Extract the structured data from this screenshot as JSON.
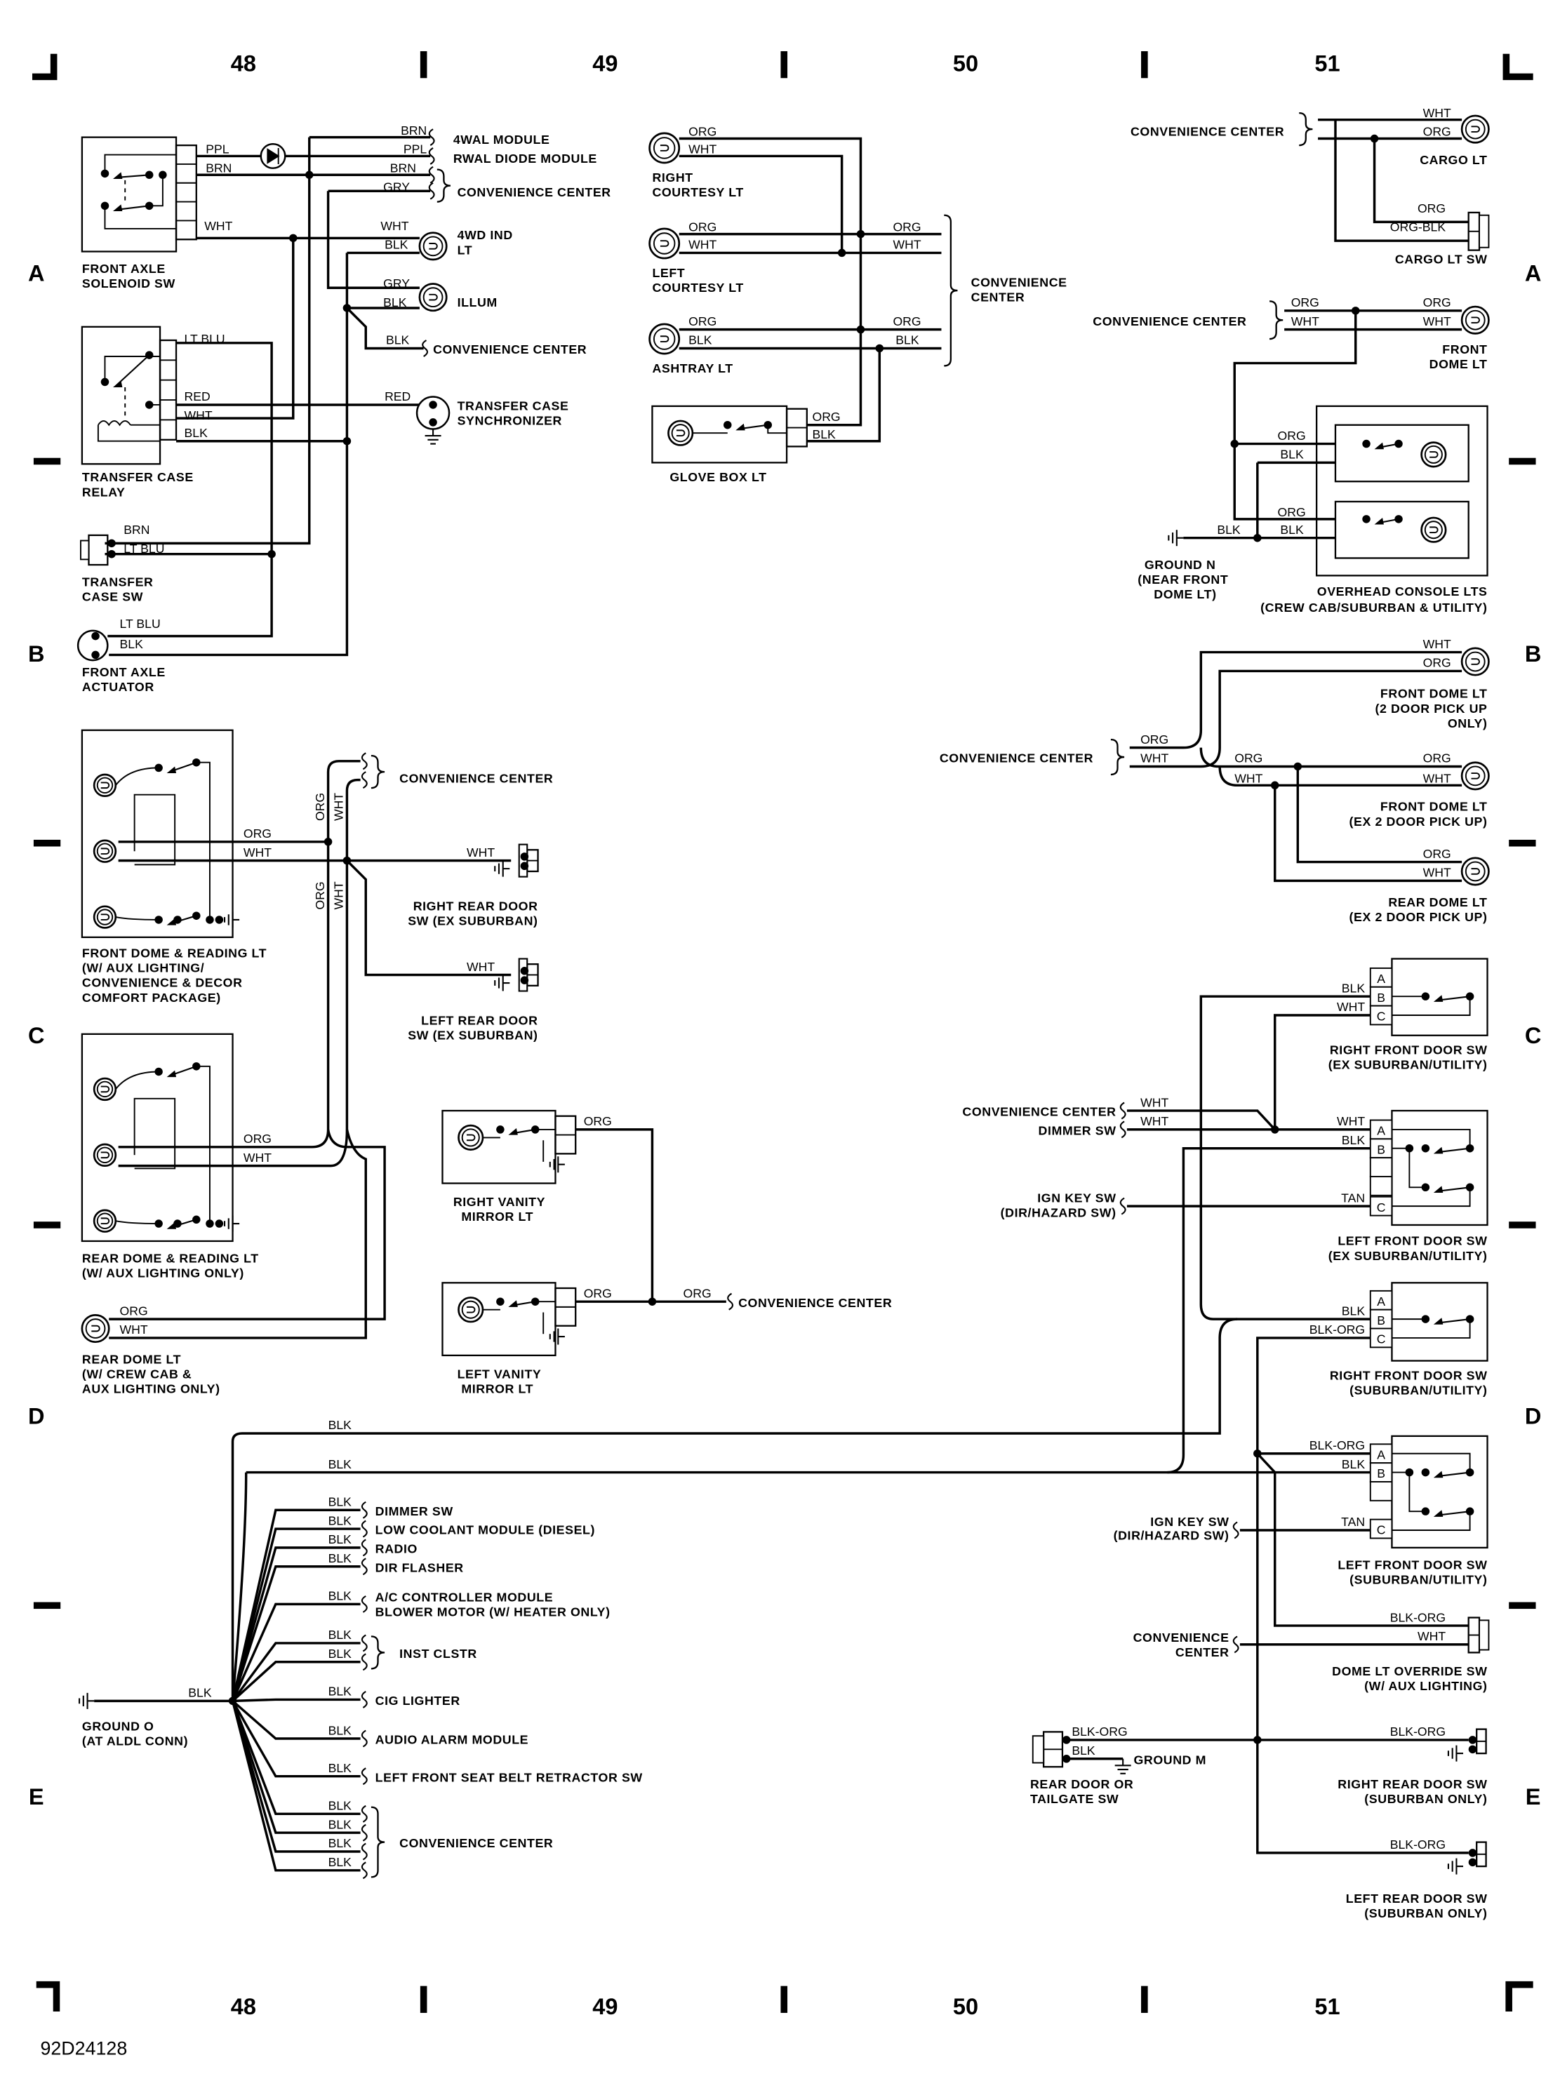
{
  "sheet": {
    "columns": [
      "48",
      "49",
      "50",
      "51"
    ],
    "rows": [
      "A",
      "B",
      "C",
      "D",
      "E"
    ],
    "diagram_id": "92D24128",
    "line_color": "#000000",
    "background": "#ffffff"
  },
  "pins": [
    "A",
    "B",
    "C"
  ],
  "four_wd": {
    "components": [
      "4WAL MODULE",
      "RWAL DIODE MODULE",
      "CONVENIENCE CENTER",
      "4WD IND",
      "LT",
      "ILLUM",
      "CONVENIENCE CENTER",
      "TRANSFER CASE",
      "SYNCHRONIZER",
      "FRONT AXLE",
      "SOLENOID SW",
      "TRANSFER CASE",
      "RELAY",
      "TRANSFER",
      "CASE SW",
      "FRONT AXLE",
      "ACTUATOR"
    ],
    "wires": [
      "PPL",
      "BRN",
      "WHT",
      "BRN",
      "PPL",
      "BRN",
      "GRY",
      "WHT",
      "BLK",
      "GRY",
      "BLK",
      "BLK",
      "RED",
      "LT BLU",
      "RED",
      "WHT",
      "BLK",
      "BRN",
      "LT BLU",
      "LT BLU",
      "BLK"
    ]
  },
  "courtesy": {
    "components": [
      "RIGHT",
      "COURTESY LT",
      "LEFT",
      "COURTESY LT",
      "ASHTRAY LT",
      "CONVENIENCE",
      "CENTER",
      "GLOVE BOX LT"
    ],
    "wires": [
      "ORG",
      "WHT",
      "ORG",
      "WHT",
      "ORG",
      "BLK",
      "ORG",
      "WHT",
      "ORG",
      "BLK",
      "ORG",
      "BLK"
    ]
  },
  "cargo_dome": {
    "components": [
      "CONVENIENCE CENTER",
      "CARGO LT",
      "CARGO LT SW",
      "CONVENIENCE CENTER",
      "FRONT",
      "DOME LT",
      "GROUND N",
      "(NEAR FRONT",
      "DOME LT)",
      "OVERHEAD CONSOLE LTS",
      "(CREW CAB/SUBURBAN & UTILITY)"
    ],
    "wires": [
      "WHT",
      "ORG",
      "ORG",
      "ORG-BLK",
      "ORG",
      "WHT",
      "ORG",
      "WHT",
      "ORG",
      "BLK",
      "ORG",
      "BLK",
      "BLK"
    ]
  },
  "dome_b": {
    "components": [
      "CONVENIENCE CENTER",
      "FRONT DOME LT",
      "(2 DOOR PICK UP",
      "ONLY)",
      "FRONT DOME LT",
      "(EX 2 DOOR PICK UP)",
      "REAR DOME LT",
      "(EX 2 DOOR PICK UP)"
    ],
    "wires": [
      "WHT",
      "ORG",
      "ORG",
      "WHT",
      "ORG",
      "WHT",
      "ORG",
      "WHT",
      "ORG",
      "WHT"
    ]
  },
  "dome_reading": {
    "components": [
      "CONVENIENCE CENTER",
      "RIGHT REAR DOOR",
      "SW (EX SUBURBAN)",
      "LEFT REAR DOOR",
      "SW (EX SUBURBAN)",
      "FRONT DOME & READING LT",
      "(W/ AUX LIGHTING/",
      "CONVENIENCE & DECOR",
      "COMFORT PACKAGE)",
      "REAR DOME & READING LT",
      "(W/ AUX LIGHTING ONLY)",
      "REAR DOME LT",
      "(W/ CREW CAB &",
      "AUX LIGHTING ONLY)"
    ],
    "wires": [
      "ORG",
      "WHT",
      "ORG",
      "WHT",
      "ORG",
      "WHT",
      "WHT",
      "WHT",
      "ORG",
      "WHT",
      "ORG",
      "WHT"
    ]
  },
  "vanity": {
    "components": [
      "RIGHT VANITY",
      "MIRROR LT",
      "LEFT VANITY",
      "MIRROR LT",
      "CONVENIENCE CENTER"
    ],
    "wires": [
      "ORG",
      "ORG",
      "ORG"
    ]
  },
  "door_switches": {
    "components": [
      "RIGHT FRONT DOOR SW",
      "(EX SUBURBAN/UTILITY)",
      "CONVENIENCE CENTER",
      "DIMMER SW",
      "IGN KEY SW",
      "(DIR/HAZARD SW)",
      "LEFT FRONT DOOR SW",
      "(EX SUBURBAN/UTILITY)",
      "RIGHT FRONT DOOR SW",
      "(SUBURBAN/UTILITY)",
      "IGN KEY SW",
      "(DIR/HAZARD SW)",
      "LEFT FRONT DOOR SW",
      "(SUBURBAN/UTILITY)",
      "CONVENIENCE",
      "CENTER",
      "DOME LT OVERRIDE SW",
      "(W/ AUX LIGHTING)",
      "GROUND M",
      "REAR DOOR OR",
      "TAILGATE SW",
      "RIGHT REAR DOOR SW",
      "(SUBURBAN ONLY)",
      "LEFT REAR DOOR SW",
      "(SUBURBAN ONLY)"
    ],
    "wires": [
      "BLK",
      "WHT",
      "WHT",
      "WHT",
      "WHT",
      "BLK",
      "TAN",
      "BLK",
      "BLK-ORG",
      "BLK-ORG",
      "BLK",
      "TAN",
      "BLK-ORG",
      "WHT",
      "BLK-ORG",
      "BLK",
      "BLK-ORG",
      "BLK-ORG"
    ]
  },
  "ground_o": {
    "components": [
      "GROUND O",
      "(AT ALDL CONN)",
      "DIMMER SW",
      "LOW COOLANT MODULE (DIESEL)",
      "RADIO",
      "DIR FLASHER",
      "A/C CONTROLLER MODULE",
      "BLOWER MOTOR (W/ HEATER ONLY)",
      "INST CLSTR",
      "CIG LIGHTER",
      "AUDIO ALARM MODULE",
      "LEFT FRONT SEAT BELT RETRACTOR SW",
      "CONVENIENCE CENTER"
    ],
    "wires": [
      "BLK",
      "BLK",
      "BLK",
      "BLK",
      "BLK",
      "BLK",
      "BLK",
      "BLK",
      "BLK",
      "BLK",
      "BLK",
      "BLK",
      "BLK",
      "BLK",
      "BLK",
      "BLK",
      "BLK"
    ]
  }
}
